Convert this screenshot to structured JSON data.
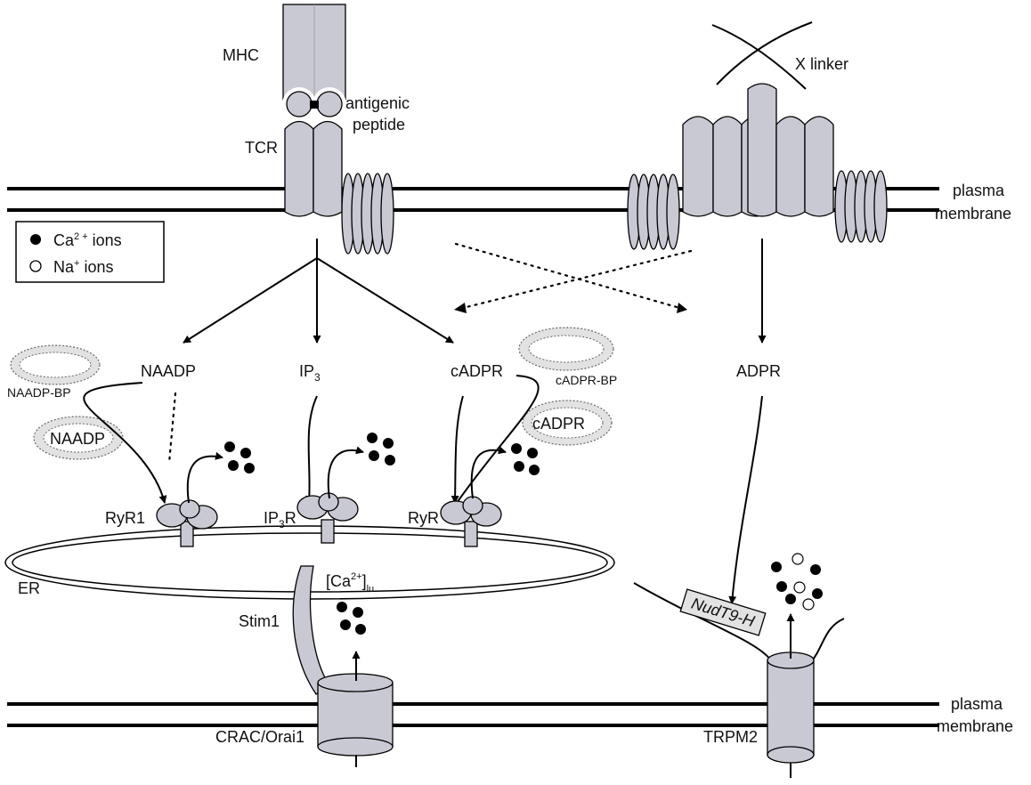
{
  "labels": {
    "mhc": "MHC",
    "antigenic": "antigenic",
    "peptide": "peptide",
    "tcr": "TCR",
    "x_linker": "X linker",
    "plasma_top_1": "plasma",
    "plasma_top_2": "membrane",
    "plasma_bot_1": "plasma",
    "plasma_bot_2": "membrane",
    "naadp": "NAADP",
    "ip3_main": "IP",
    "ip3_sub": "3",
    "cadpr": "cADPR",
    "adpr": "ADPR",
    "naadp_bp": "NAADP-BP",
    "naadp_bound": "NAADP",
    "cadpr_bp": "cADPR-BP",
    "cadpr_bound": "cADPR",
    "ryr1": "RyR1",
    "ip3r_main": "IP",
    "ip3r_sub": "3",
    "ip3r_tail": "R",
    "ryr": "RyR",
    "er": "ER",
    "ca_lu_main": "[Ca",
    "ca_lu_sup": "2+",
    "ca_lu_close": "]",
    "ca_lu_sub": "lu",
    "stim1": "Stim1",
    "crac": "CRAC/Orai1",
    "nudt9": "NudT9-H",
    "trpm2": "TRPM2"
  },
  "legend": {
    "ca_main": "Ca",
    "ca_sup": "2 +",
    "ca_tail": " ions",
    "na_main": "Na",
    "na_sup": "+",
    "na_tail": " ions"
  },
  "colors": {
    "protein_fill": "#c9c9d3",
    "ring_fill": "#e2e2e2",
    "ion_fill": "#000000",
    "line": "#000000"
  }
}
